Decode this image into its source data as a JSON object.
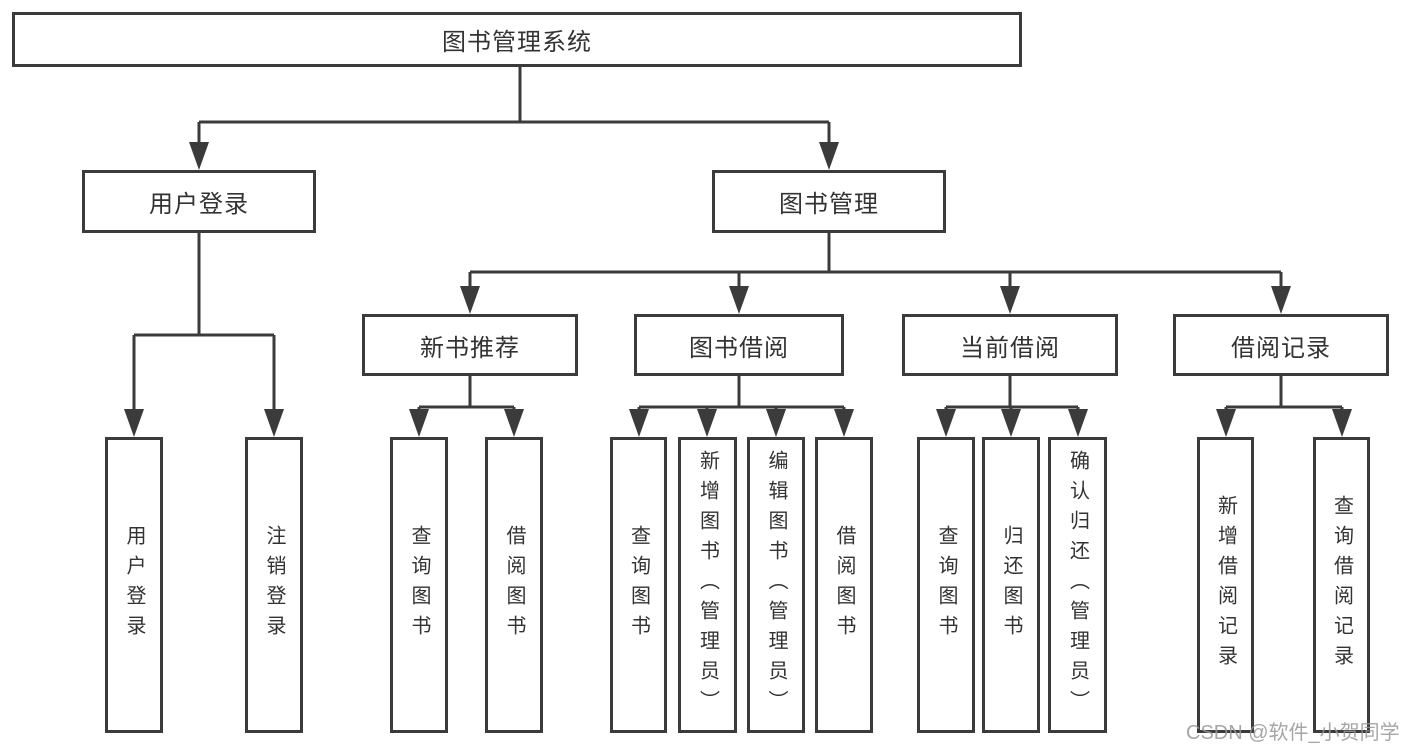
{
  "tree": {
    "label": "图书管理系统",
    "children": [
      {
        "label": "用户登录",
        "children": [
          {
            "label": "用户登录"
          },
          {
            "label": "注销登录"
          }
        ]
      },
      {
        "label": "图书管理",
        "children": [
          {
            "label": "新书推荐",
            "children": [
              {
                "label": "查询图书"
              },
              {
                "label": "借阅图书"
              }
            ]
          },
          {
            "label": "图书借阅",
            "children": [
              {
                "label": "查询图书"
              },
              {
                "label": "新增图书（管理员）"
              },
              {
                "label": "编辑图书（管理员）"
              },
              {
                "label": "借阅图书"
              }
            ]
          },
          {
            "label": "当前借阅",
            "children": [
              {
                "label": "查询图书"
              },
              {
                "label": "归还图书"
              },
              {
                "label": "确认归还（管理员）"
              }
            ]
          },
          {
            "label": "借阅记录",
            "children": [
              {
                "label": "新增借阅记录"
              },
              {
                "label": "查询借阅记录"
              }
            ]
          }
        ]
      }
    ]
  },
  "watermark": "CSDN @软件_小贺同学",
  "colors": {
    "line": "#3b3b3b",
    "text": "#333333",
    "background": "#ffffff",
    "watermark": "#969696"
  }
}
